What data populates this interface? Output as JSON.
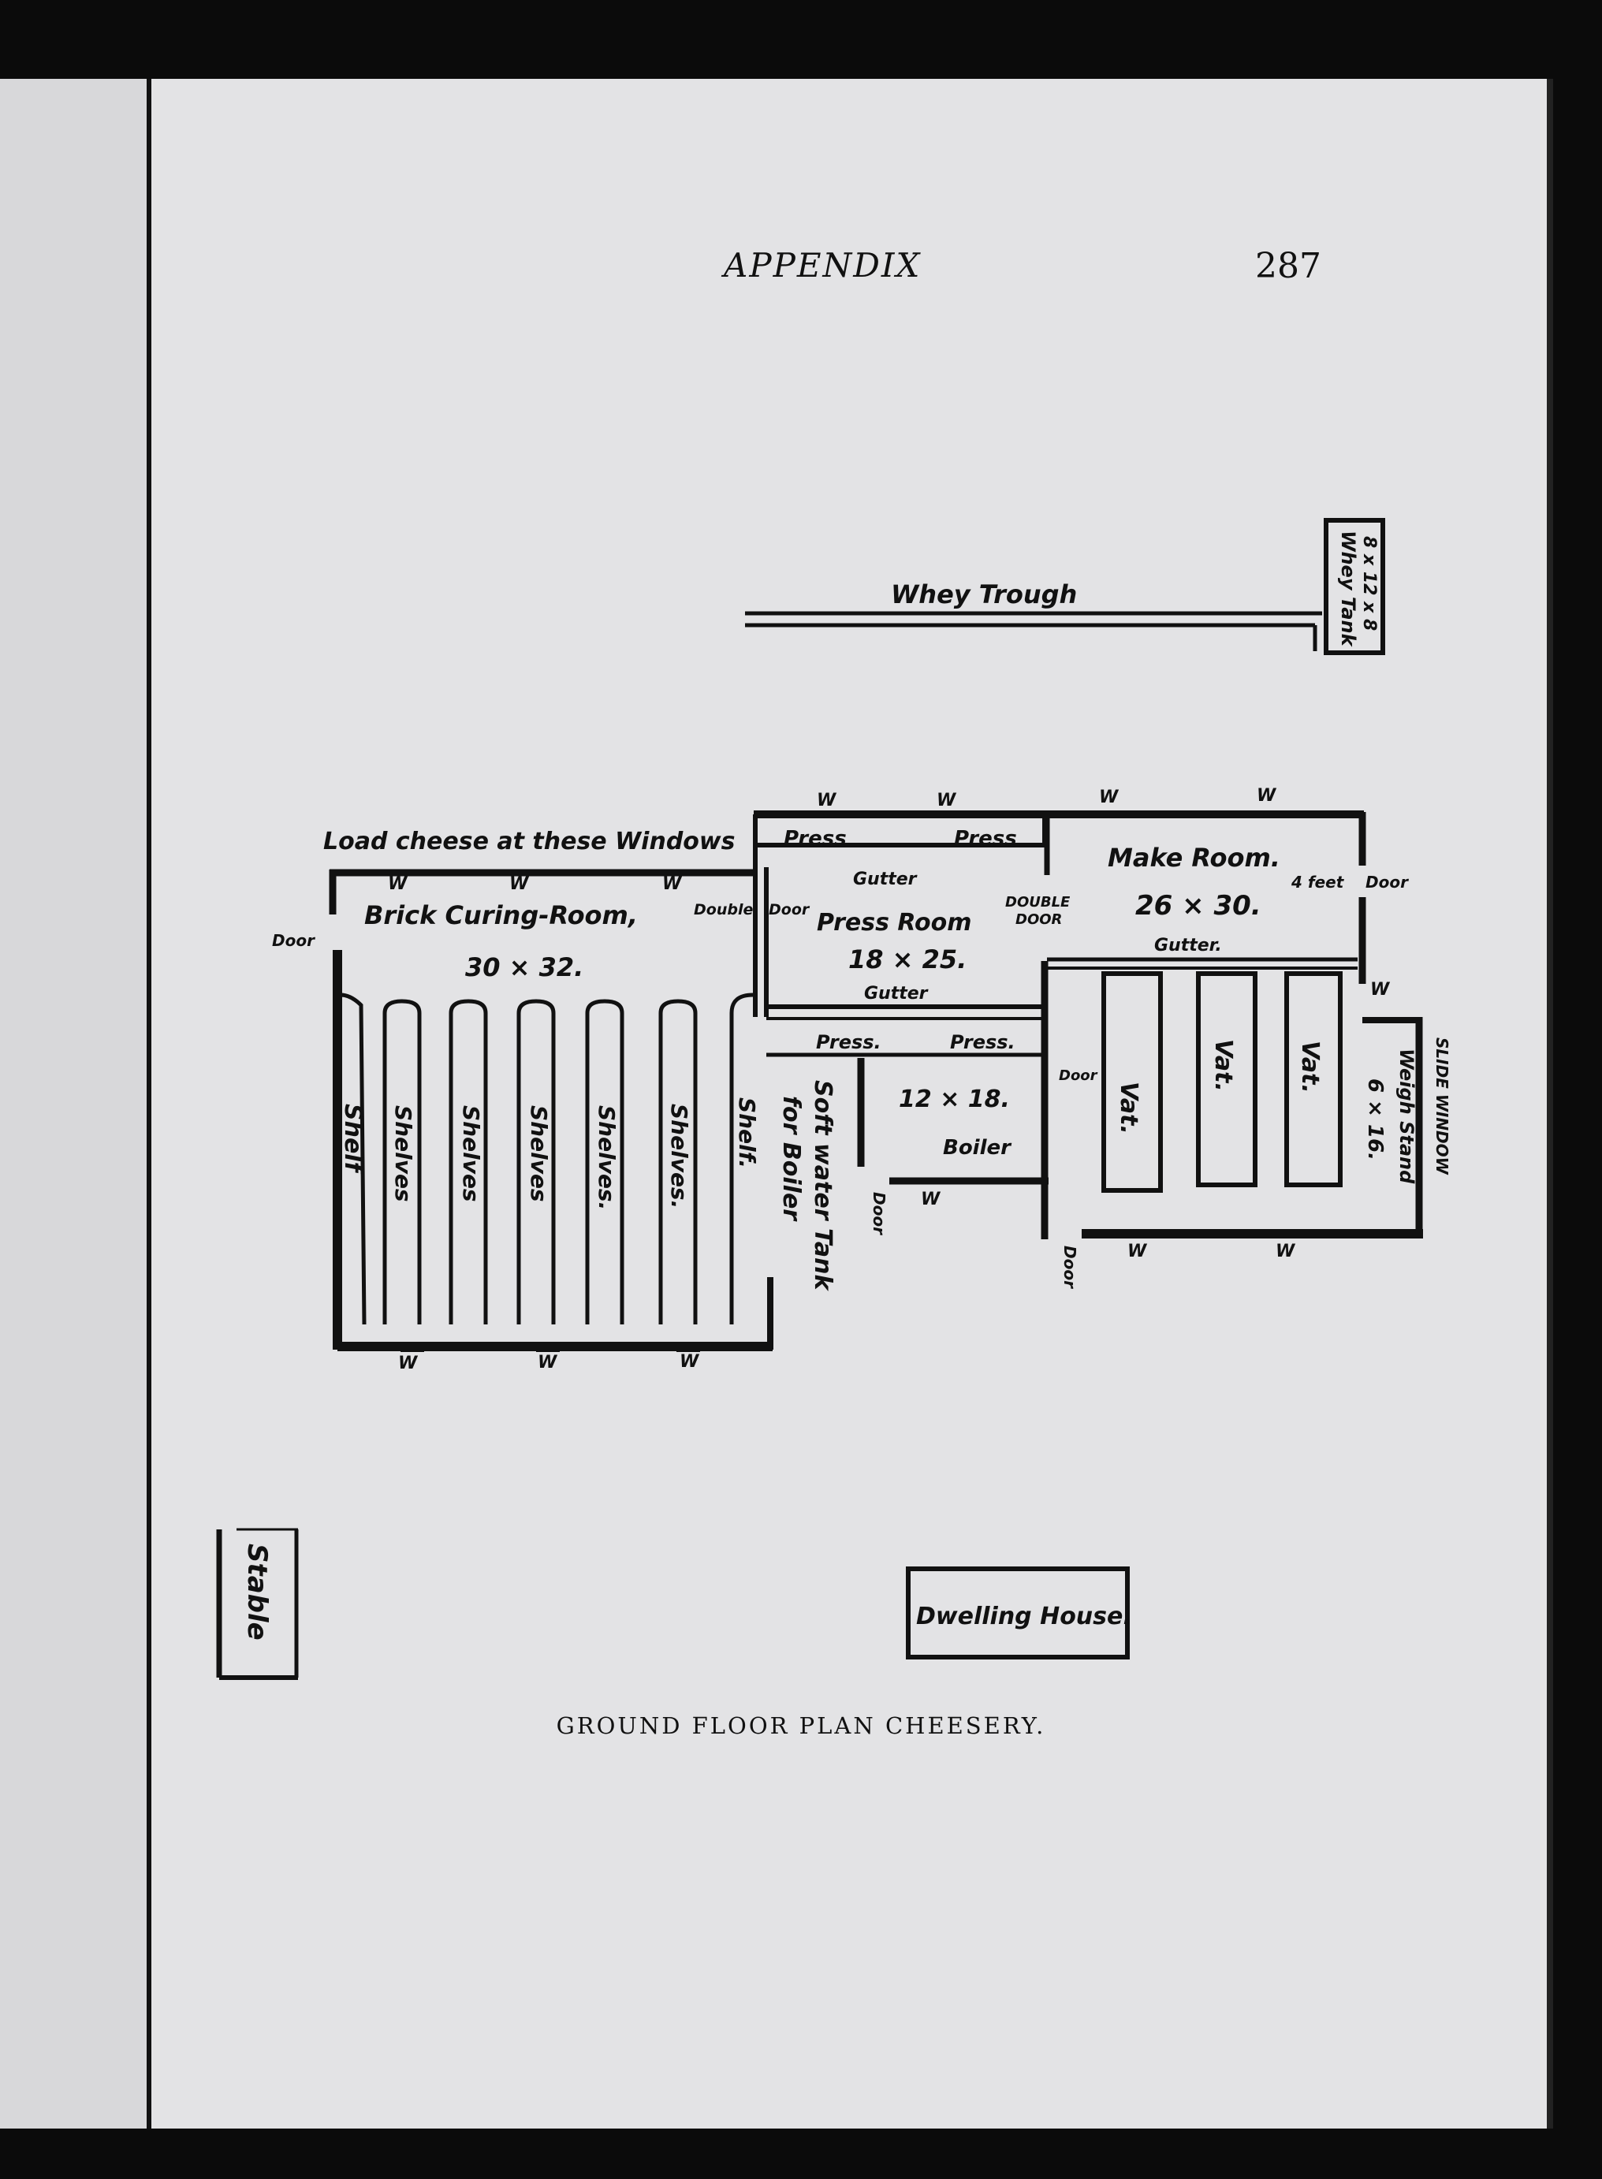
{
  "header": {
    "title": "APPENDIX",
    "page_number": "287"
  },
  "plan": {
    "whey_trough": "Whey Trough",
    "whey_tank": "Whey Tank",
    "whey_tank_size": "8 x 12 x 8",
    "load_note": "Load cheese at these Windows",
    "window": "W",
    "door": "Door",
    "double": "Double",
    "double_door_1": "DOUBLE",
    "double_door_2": "DOOR",
    "curing_room": "Brick Curing-Room,",
    "curing_size": "30 × 32.",
    "shelf": "Shelf",
    "shelf_end": "Shelf.",
    "shelves": "Shelves",
    "shelves_dot": "Shelves.",
    "press": "Press",
    "press_dot": "Press.",
    "gutter": "Gutter",
    "gutter_dot": "Gutter.",
    "press_room": "Press Room",
    "press_room_size": "18 × 25.",
    "make_room": "Make Room.",
    "make_room_size": "26 × 30.",
    "four_feet": "4 feet",
    "vat": "Vat.",
    "boiler_size": "12 × 18.",
    "boiler": "Boiler",
    "soft_water_1": "Soft water Tank",
    "soft_water_2": "for Boiler",
    "weigh_stand": "Weigh Stand",
    "weigh_size": "6 × 16.",
    "slide_window": "SLIDE WINDOW",
    "stable": "Stable",
    "dwelling": "Dwelling House."
  },
  "caption": "GROUND FLOOR PLAN CHEESERY."
}
